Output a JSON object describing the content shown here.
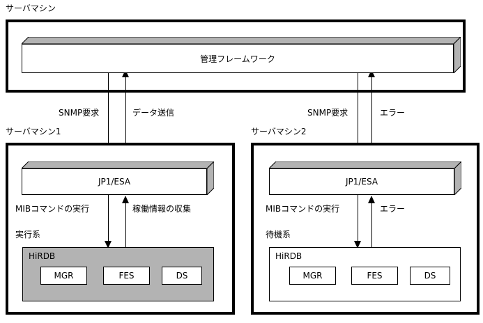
{
  "diagram": {
    "title": "サーバマシン",
    "server_machine_top": {
      "caption": "サーバマシン",
      "component": "管理フレームワーク"
    },
    "flows_top": [
      {
        "id": "snmp-request-1",
        "label": "SNMP要求",
        "direction": "down"
      },
      {
        "id": "data-send-1",
        "label": "データ送信",
        "direction": "up"
      },
      {
        "id": "snmp-request-2",
        "label": "SNMP要求",
        "direction": "down"
      },
      {
        "id": "error-2",
        "label": "エラー",
        "direction": "up"
      }
    ],
    "machines": [
      {
        "caption": "サーバマシン1",
        "agent": "JP1/ESA",
        "flow_down_label": "MIBコマンドの実行",
        "flow_up_label": "稼働情報の収集",
        "system_label": "実行系",
        "db_name": "HiRDB",
        "db_state": "active",
        "processes": [
          "MGR",
          "FES",
          "DS"
        ]
      },
      {
        "caption": "サーバマシン2",
        "agent": "JP1/ESA",
        "flow_down_label": "MIBコマンドの実行",
        "flow_up_label": "エラー",
        "system_label": "待機系",
        "db_name": "HiRDB",
        "db_state": "standby",
        "processes": [
          "MGR",
          "FES",
          "DS"
        ]
      }
    ],
    "colors": {
      "line": "#000000",
      "background": "#ffffff",
      "box_3d_shade": "#b3b3b3",
      "active_fill": "#b3b3b3",
      "standby_fill": "#ffffff"
    }
  }
}
